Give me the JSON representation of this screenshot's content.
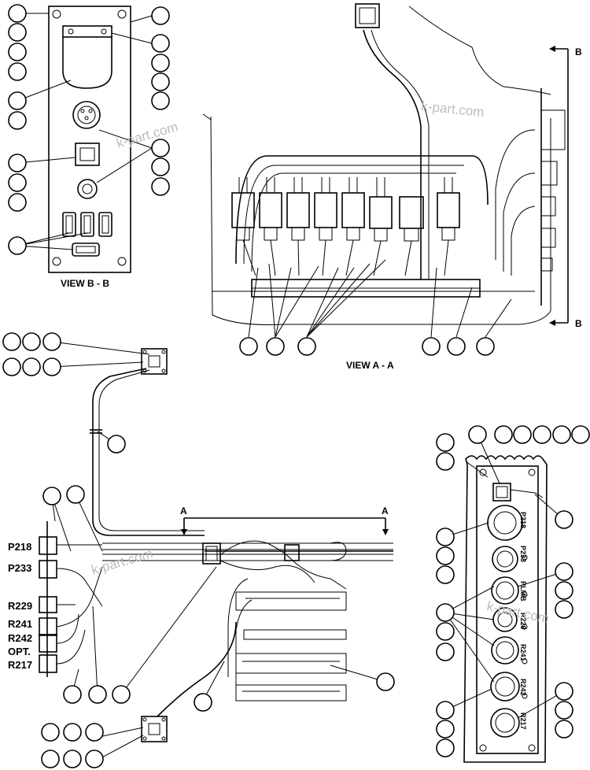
{
  "views": {
    "view_bb": "VIEW B - B",
    "view_aa": "VIEW A - A"
  },
  "section_markers": {
    "b_top": "B",
    "b_bottom": "B",
    "a_left": "A",
    "a_right": "A"
  },
  "connector_labels": {
    "p218": "P218",
    "p233": "P233",
    "r229": "R229",
    "r241": "R241",
    "r242": "R242",
    "opt": "OPT.",
    "r217": "R217"
  },
  "panel_labels": [
    "P218",
    "P233",
    "PLMB",
    "R229",
    "R241",
    "R242",
    "R217"
  ],
  "watermark": "k-part.com"
}
